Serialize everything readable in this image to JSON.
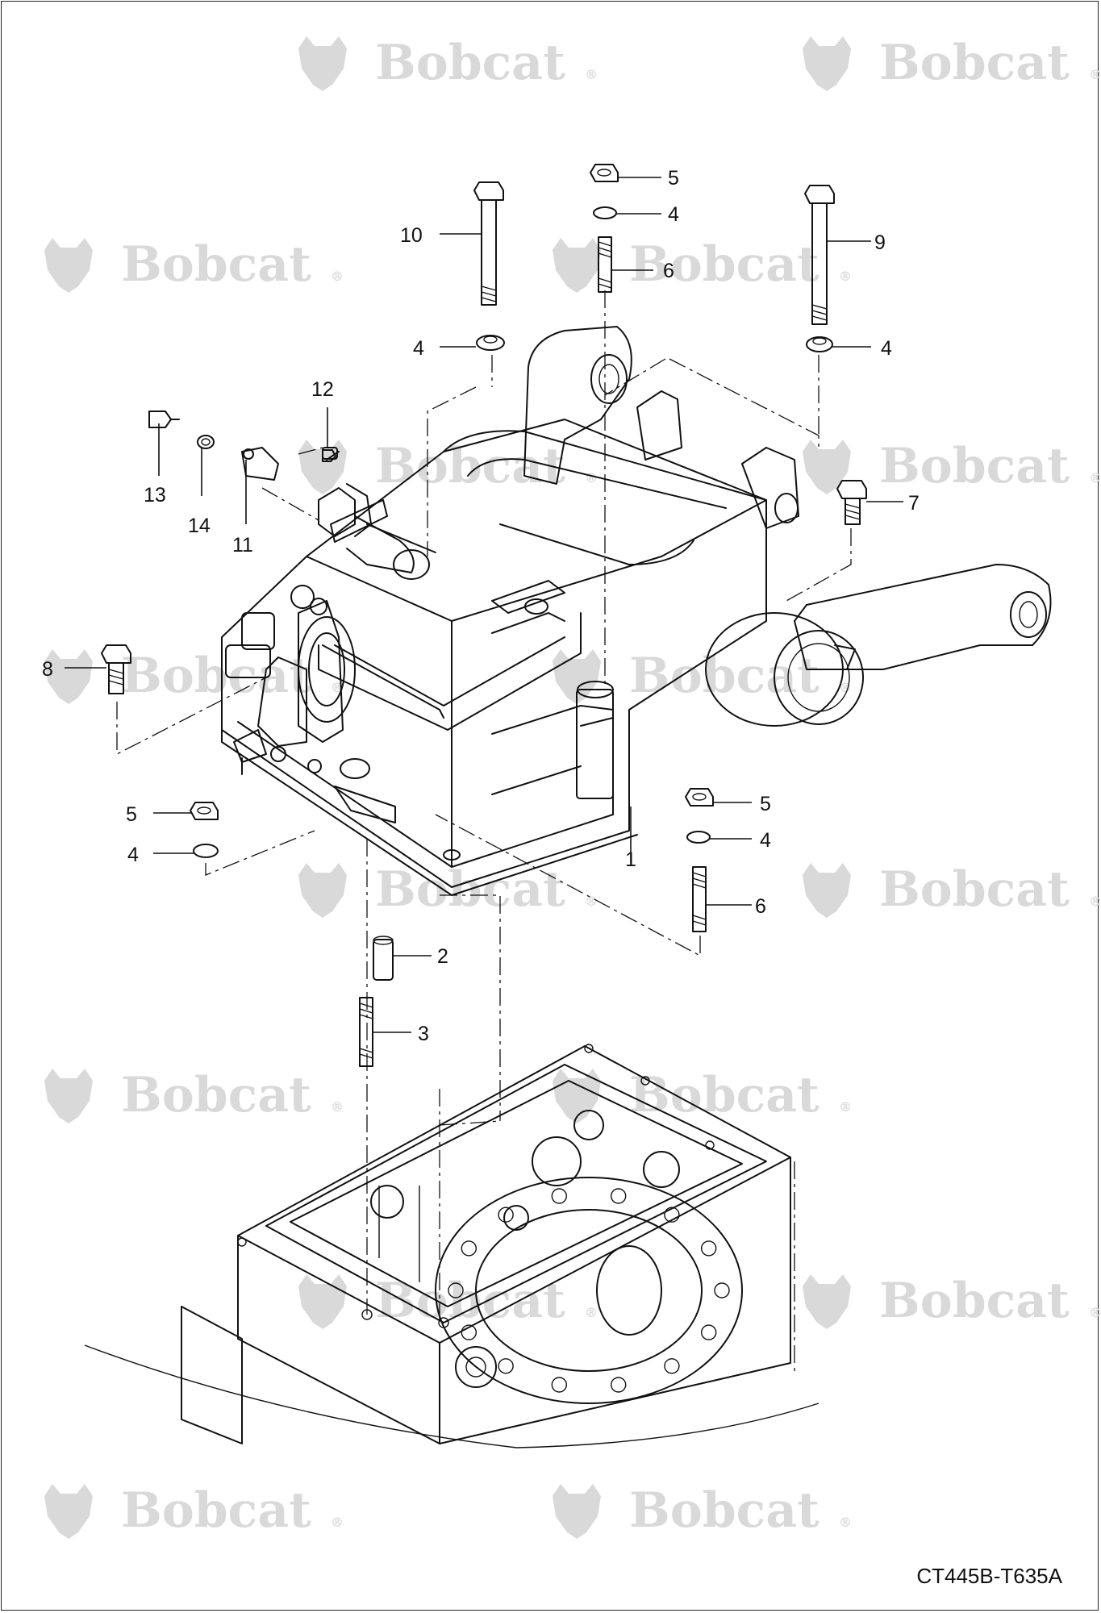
{
  "watermark": {
    "brand": "Bobcat",
    "mark": "®",
    "color": "#d9d9d9"
  },
  "callouts": [
    {
      "id": "c1",
      "label": "1"
    },
    {
      "id": "c2",
      "label": "2"
    },
    {
      "id": "c3",
      "label": "3"
    },
    {
      "id": "c4a",
      "label": "4"
    },
    {
      "id": "c4b",
      "label": "4"
    },
    {
      "id": "c4c",
      "label": "4"
    },
    {
      "id": "c4d",
      "label": "4"
    },
    {
      "id": "c4e",
      "label": "4"
    },
    {
      "id": "c5a",
      "label": "5"
    },
    {
      "id": "c5b",
      "label": "5"
    },
    {
      "id": "c5c",
      "label": "5"
    },
    {
      "id": "c6a",
      "label": "6"
    },
    {
      "id": "c6b",
      "label": "6"
    },
    {
      "id": "c7",
      "label": "7"
    },
    {
      "id": "c8",
      "label": "8"
    },
    {
      "id": "c9",
      "label": "9"
    },
    {
      "id": "c10",
      "label": "10"
    },
    {
      "id": "c11",
      "label": "11"
    },
    {
      "id": "c12",
      "label": "12"
    },
    {
      "id": "c13",
      "label": "13"
    },
    {
      "id": "c14",
      "label": "14"
    }
  ],
  "drawing_code": "CT445B-T635A"
}
